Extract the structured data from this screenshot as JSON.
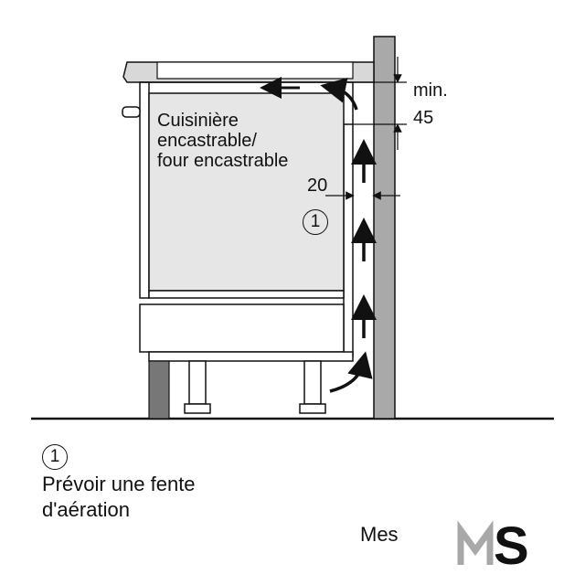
{
  "appliance_label": [
    "Cuisinière",
    "encastrable/",
    "four encastrable"
  ],
  "dimensions": {
    "gap_mm": "20",
    "min_label": "min.",
    "min_value": "45"
  },
  "marker": "1",
  "legend": {
    "number": "1",
    "lines": [
      "Prévoir une fente",
      "d'aération"
    ]
  },
  "watermark_text": "Mes",
  "logo_text": "MS",
  "colors": {
    "line": "#111111",
    "oven_fill": "#e6e6e6",
    "wall_fill": "#a9a9a9",
    "cabinet_fill": "#ffffff",
    "logo": "#9b9b9b"
  }
}
